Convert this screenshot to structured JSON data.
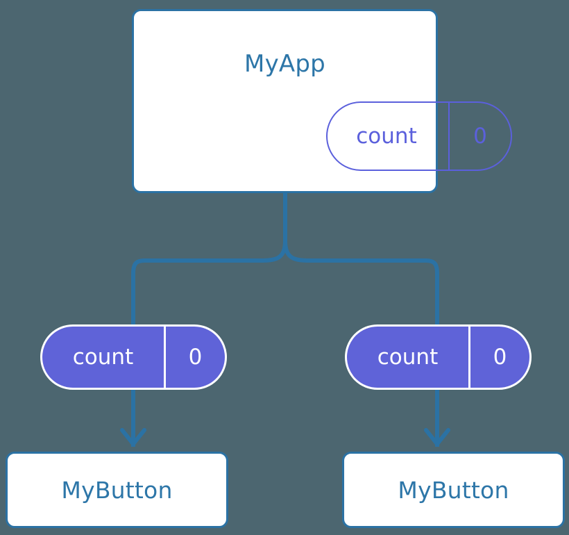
{
  "diagram": {
    "title": "React component tree with shared count state",
    "background_color": "#4c6670",
    "accent_blue": "#2d76a8",
    "accent_purple": "#5f63d8",
    "pill_outline_purple": "#5b60dc"
  },
  "root": {
    "name": "MyApp",
    "state": {
      "key": "count",
      "value": "0"
    }
  },
  "children": [
    {
      "name": "MyButton",
      "prop": {
        "key": "count",
        "value": "0"
      }
    },
    {
      "name": "MyButton",
      "prop": {
        "key": "count",
        "value": "0"
      }
    }
  ],
  "connectors": {
    "fork_label": "state-flow-fork",
    "arrow_label": "props-down-arrow"
  }
}
